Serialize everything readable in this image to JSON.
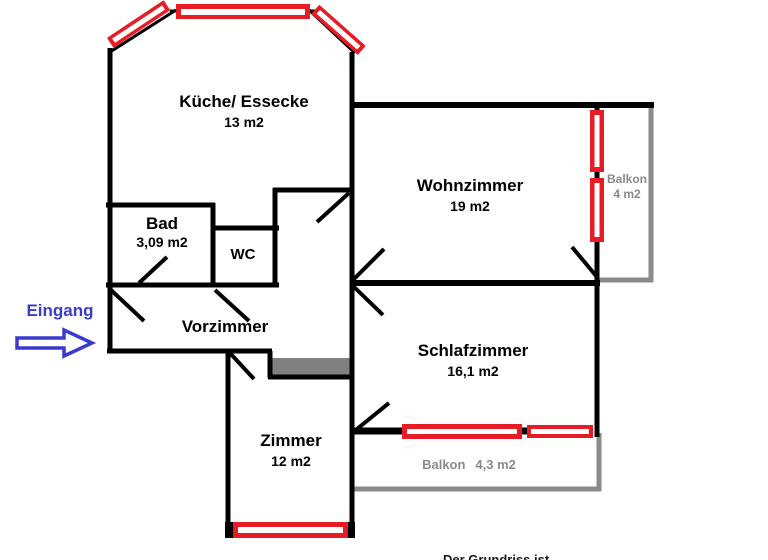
{
  "rooms": {
    "kueche": {
      "name": "Küche/ Essecke",
      "area": "13 m2"
    },
    "bad": {
      "name": "Bad",
      "area": "3,09 m2"
    },
    "wc": {
      "name": "WC"
    },
    "vorzimmer": {
      "name": "Vorzimmer"
    },
    "wohnzimmer": {
      "name": "Wohnzimmer",
      "area": "19 m2"
    },
    "schlafzimmer": {
      "name": "Schlafzimmer",
      "area": "16,1 m2"
    },
    "zimmer": {
      "name": "Zimmer",
      "area": "12 m2"
    },
    "balkon_right": {
      "name": "Balkon",
      "area": "4 m2"
    },
    "balkon_bottom": {
      "name": "Balkon",
      "area": "4,3 m2"
    }
  },
  "entrance": {
    "label": "Eingang"
  },
  "caption": {
    "text": "Der Grundriss ist"
  },
  "colors": {
    "wall": "#000000",
    "window_red": "#e81c24",
    "balcony_gray": "#8a8a8a",
    "niche_gray": "#808080",
    "entrance_blue": "#3a3acd"
  }
}
